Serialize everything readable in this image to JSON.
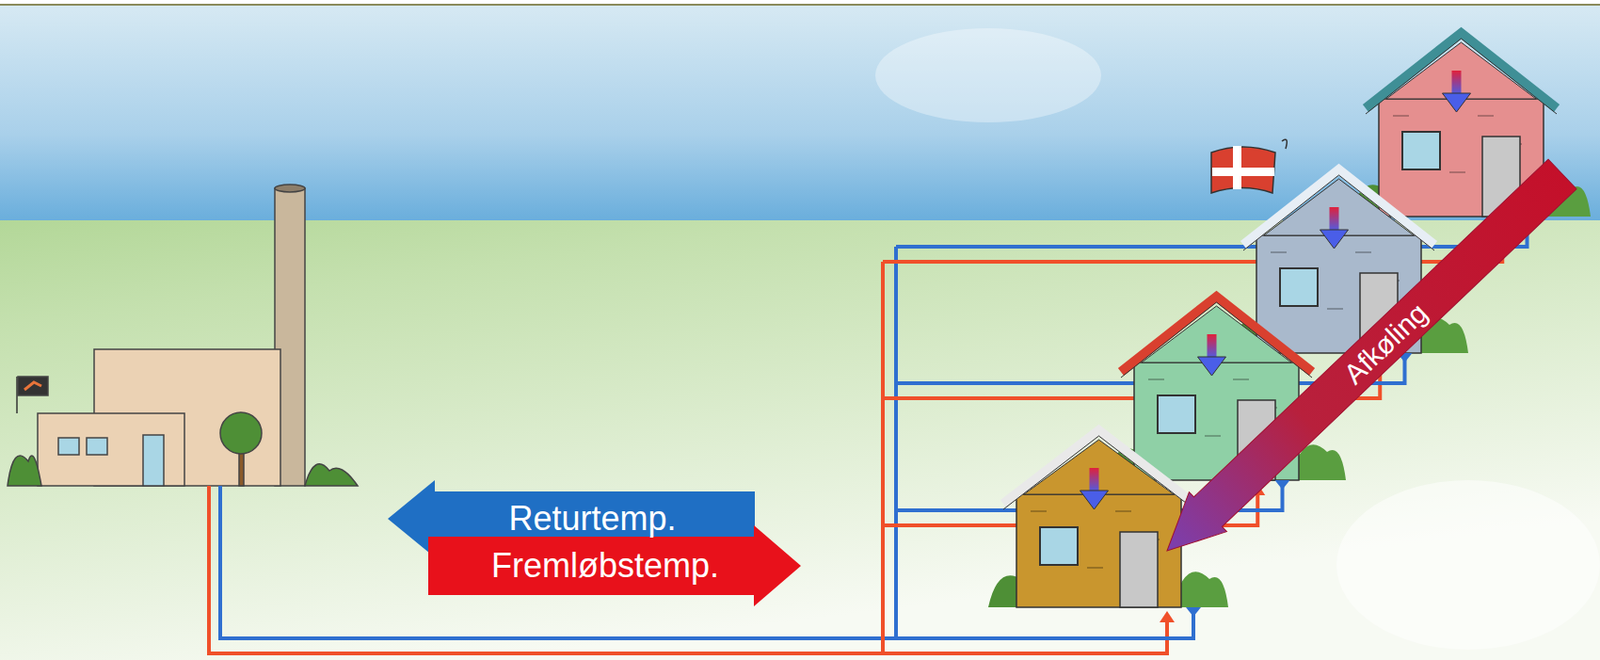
{
  "diagram": {
    "nodes": [
      {
        "text": [
          "Returtemp."
        ]
      },
      {
        "text": [
          "Fremløbstemp."
        ]
      },
      {
        "text": [
          "Afkøling"
        ]
      }
    ]
  }
}
